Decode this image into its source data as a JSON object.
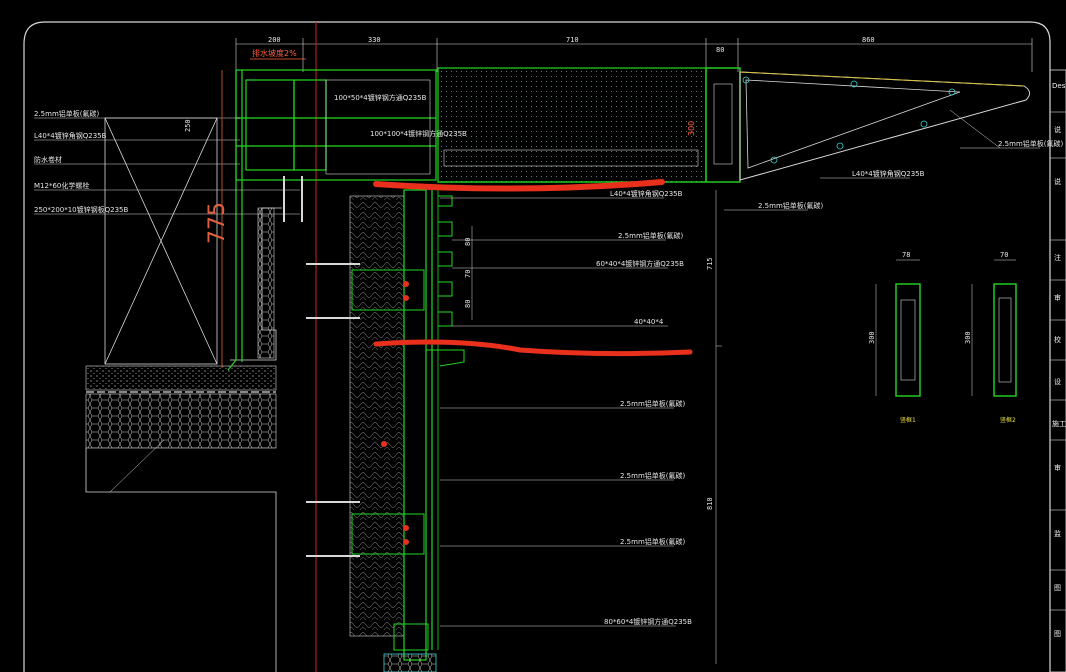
{
  "dimensions_top": [
    "200",
    "330",
    "710",
    "80",
    "860"
  ],
  "dimension_vertical": {
    "overall": "775",
    "height_250": "250",
    "height_300": "300",
    "upper_715": "715",
    "lower_810": "810",
    "small_80a": "80",
    "small_70": "70",
    "small_80b": "80"
  },
  "slope_note": "排水坡度2%",
  "left_labels": [
    "2.5mm铝单板(氟碳)",
    "L40*4镀锌角钢Q235B",
    "防水卷材",
    "M12*60化学螺栓",
    "250*200*10镀锌钢板Q235B"
  ],
  "top_labels": [
    "100*50*4镀锌钢方通Q235B",
    "100*100*4镀锌钢方通Q235B"
  ],
  "canopy_labels": {
    "right_panel": "2.5mm铝单板(氟碳)",
    "angle": "L40*4镀锌角钢Q235B",
    "bottom_panel": "2.5mm铝单板(氟碳)"
  },
  "middle_labels": [
    "L40*4镀锌角钢Q235B",
    "2.5mm铝单板(氟碳)",
    "60*40*4镀锌钢方通Q235B",
    "40*40*4"
  ],
  "lower_labels": [
    "2.5mm铝单板(氟碳)",
    "2.5mm铝单板(氟碳)",
    "2.5mm铝单板(氟碳)",
    "80*60*4镀锌钢方通Q235B"
  ],
  "section_widths": {
    "a": "78",
    "b": "70"
  },
  "section_heights": {
    "a": "300",
    "b": "300"
  },
  "section_captions": [
    "竖框1",
    "竖框2"
  ],
  "title_block_labels": [
    "Desig",
    "说",
    "说",
    "注",
    "审",
    "校",
    "设",
    "施工",
    "审",
    "监",
    "图",
    "图"
  ],
  "colors": {
    "green": "#22d822",
    "white": "#e6e6e6",
    "red_mark": "#e8301c",
    "cyan": "#40d0d0",
    "yellow": "#d8c040"
  }
}
